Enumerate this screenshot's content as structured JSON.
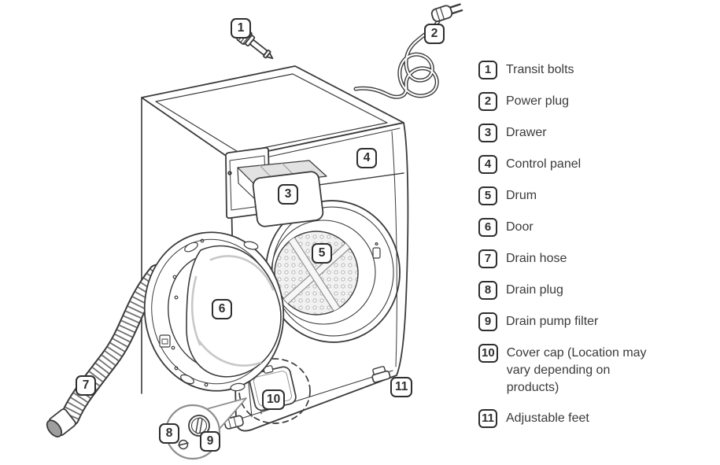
{
  "legend": {
    "items": [
      {
        "num": "1",
        "label": "Transit bolts"
      },
      {
        "num": "2",
        "label": "Power plug"
      },
      {
        "num": "3",
        "label": "Drawer"
      },
      {
        "num": "4",
        "label": "Control panel"
      },
      {
        "num": "5",
        "label": "Drum"
      },
      {
        "num": "6",
        "label": "Door"
      },
      {
        "num": "7",
        "label": "Drain hose"
      },
      {
        "num": "8",
        "label": "Drain plug"
      },
      {
        "num": "9",
        "label": "Drain pump filter"
      },
      {
        "num": "10",
        "label": "Cover cap (Location may vary depending on products)"
      },
      {
        "num": "11",
        "label": "Adjustable feet"
      }
    ]
  },
  "colors": {
    "line": "#3b3b3b",
    "text": "#3a3a3a",
    "background": "#ffffff",
    "shade_light": "#f1f1f1",
    "shade_mid": "#9e9e9e"
  }
}
